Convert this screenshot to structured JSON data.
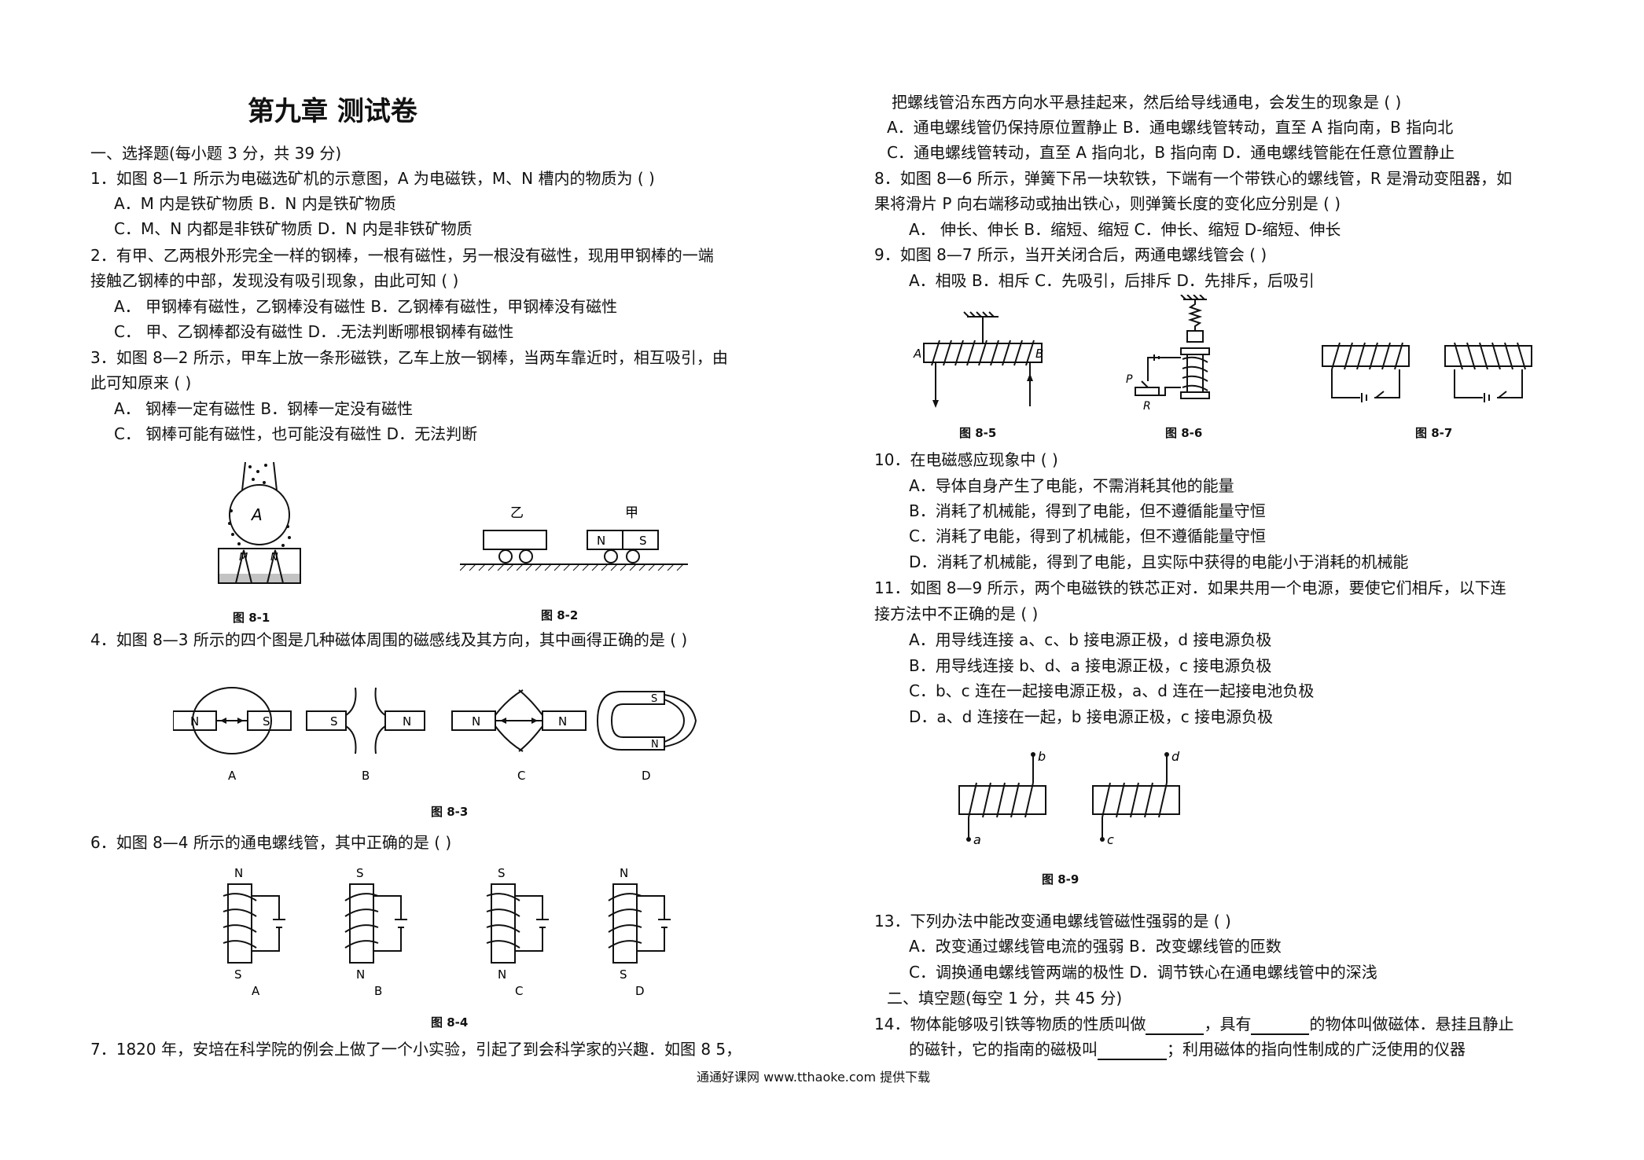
{
  "title": "第九章  测试卷",
  "left": [
    "一、选择题(每小题 3 分，共 39 分)",
    "1．如图 8—1 所示为电磁选矿机的示意图，A 为电磁铁，M、N 槽内的物质为 (      )",
    "A．M 内是铁矿物质                B．N 内是铁矿物质",
    "C．M、N 内都是非铁矿物质      D．N 内是非铁矿物质",
    "2．有甲、乙两根外形完全一样的钢棒，一根有磁性，另一根没有磁性，现用甲钢棒的一端",
    "接触乙钢棒的中部，发现没有吸引现象，由此可知 (      )",
    "A．  甲钢棒有磁性，乙钢棒没有磁性         B．乙钢棒有磁性，甲钢棒没有磁性",
    "C．  甲、乙钢棒都没有磁性                       D．.无法判断哪根钢棒有磁性",
    "3．如图 8—2 所示，甲车上放一条形磁铁，乙车上放一钢棒，当两车靠近时，相互吸引，由",
    "此可知原来   (      )",
    "A．  钢棒一定有磁性                              B．钢棒一定没有磁性",
    "C．  钢棒可能有磁性，也可能没有磁性      D．无法判断",
    "4．如图 8—3 所示的四个图是几种磁体周围的磁感线及其方向，其中画得正确的是  (   )",
    "6．如图 8—4 所示的通电螺线管，其中正确的是   (      )",
    "7．1820 年，安培在科学院的例会上做了一个小实验，引起了到会科学家的兴趣．如图 8 5，"
  ],
  "right": [
    "把螺线管沿东西方向水平悬挂起来，然后给导线通电，会发生的现象是      (      )",
    "A．通电螺线管仍保持原位置静止       B．通电螺线管转动，直至 A 指向南，B 指向北",
    "C．通电螺线管转动，直至 A 指向北，B 指向南       D．通电螺线管能在任意位置静止",
    "8．如图 8—6 所示，弹簧下吊一块软铁，下端有一个带铁心的螺线管，R 是滑动变阻器，如",
    "果将滑片 P 向右端移动或抽出铁心，则弹簧长度的变化应分别是      (      )",
    "A．  伸长、伸长      B．缩短、缩短      C．伸长、缩短      D-缩短、伸长",
    "9．如图 8—7 所示，当开关闭合后，两通电螺线管会       (      )",
    "A．相吸      B．相斥      C．先吸引，后排斥      D．先排斥，后吸引",
    "10．在电磁感应现象中   (      )",
    "A．导体自身产生了电能，不需消耗其他的能量",
    "B．消耗了机械能，得到了电能，但不遵循能量守恒",
    "C．消耗了电能，得到了机械能，但不遵循能量守恒",
    "D．消耗了机械能，得到了电能，且实际中获得的电能小于消耗的机械能",
    "11．如图 8—9 所示，两个电磁铁的铁芯正对．如果共用一个电源，要使它们相斥，以下连",
    "接方法中不正确的是      (      )",
    "A．用导线连接 a、c、b 接电源正极，d 接电源负极",
    "B．用导线连接 b、d、a 接电源正极，c 接电源负极",
    "C．b、c 连在一起接电源正极，a、d 连在一起接电池负极",
    "D．a、d 连接在一起，b 接电源正极，c 接电源负极",
    "13．下列办法中能改变通电螺线管磁性强弱的是   (      )",
    "A．改变通过螺线管电流的强弱      B．改变螺线管的匝数",
    "C．调换通电螺线管两端的极性      D．调节铁心在通电螺线管中的深浅",
    "二、填空题(每空 1 分，共 45 分)"
  ],
  "q14": {
    "l1a": "14．物体能够吸引铁等物质的性质叫做",
    "l1b": "，具有",
    "l1c": "的物体叫做磁体．悬挂且静止",
    "l2a": "的磁针，它的指南的磁极叫",
    "l2b": "；利用磁体的指向性制成的广泛使用的仪器"
  },
  "figures": {
    "f81": "图 8-1",
    "f82": "图 8-2",
    "f83": "图 8-3",
    "f84": "图 8-4",
    "f85": "图 8-5",
    "f86": "图 8-6",
    "f87": "图 8-7",
    "f89": "图 8-9",
    "cart_yi": "乙",
    "cart_jia": "甲",
    "A": "A",
    "B": "B",
    "C": "C",
    "D": "D",
    "M": "M",
    "N": "N",
    "S": "S",
    "P": "P",
    "R": "R",
    "a": "a",
    "b": "b",
    "c": "c",
    "d": "d"
  },
  "footer": "通通好课网  www.tthaoke.com  提供下载"
}
